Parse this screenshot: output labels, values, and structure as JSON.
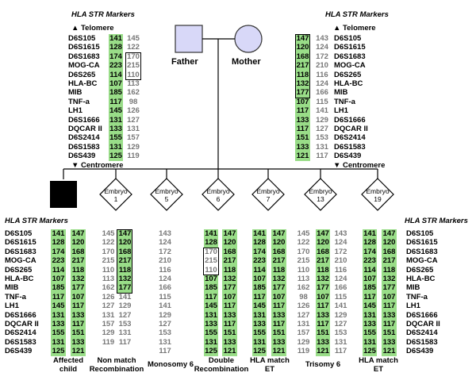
{
  "header": "HLA STR Markers",
  "telomere": "Telomere",
  "centromere": "Centromere",
  "father": "Father",
  "mother": "Mother",
  "markers": [
    "D6S105",
    "D6S1615",
    "D6S1683",
    "MOG-CA",
    "D6S265",
    "HLA-BC",
    "MIB",
    "TNF-a",
    "LH1",
    "D6S1666",
    "DQCAR II",
    "D6S2414",
    "D6S1583",
    "D6S439"
  ],
  "father_alleles": {
    "a": [
      "141",
      "128",
      "174",
      "223",
      "114",
      "107",
      "185",
      "117",
      "145",
      "131",
      "133",
      "155",
      "131",
      "125"
    ],
    "b": [
      "145",
      "122",
      "170",
      "215",
      "110",
      "113",
      "162",
      "98",
      "126",
      "127",
      "131",
      "157",
      "129",
      "119"
    ]
  },
  "mother_alleles": {
    "a": [
      "147",
      "120",
      "168",
      "217",
      "118",
      "132",
      "177",
      "107",
      "117",
      "133",
      "117",
      "151",
      "133",
      "121"
    ],
    "b": [
      "143",
      "124",
      "172",
      "210",
      "116",
      "124",
      "166",
      "115",
      "141",
      "129",
      "127",
      "153",
      "131",
      "117"
    ]
  },
  "embryo_label": "Embryo",
  "embryos": [
    {
      "num": "1"
    },
    {
      "num": "5"
    },
    {
      "num": "6"
    },
    {
      "num": "7"
    },
    {
      "num": "13"
    },
    {
      "num": "19"
    }
  ],
  "children": [
    {
      "caption": [
        "Affected",
        "child"
      ],
      "a": [
        "141",
        "128",
        "174",
        "223",
        "114",
        "107",
        "185",
        "117",
        "145",
        "131",
        "133",
        "155",
        "131",
        "125"
      ],
      "b": [
        "147",
        "120",
        "168",
        "217",
        "118",
        "132",
        "177",
        "107",
        "117",
        "133",
        "117",
        "151",
        "133",
        "121"
      ]
    },
    {
      "caption": [
        "Non match",
        "Recombination"
      ],
      "a": [
        "145",
        "122",
        "170",
        "215",
        "110",
        "113",
        "162",
        "126",
        "127",
        "131",
        "157",
        "129",
        "119"
      ],
      "b": [
        "147",
        "120",
        "168",
        "217",
        "118",
        "132",
        "177",
        "141",
        "129",
        "127",
        "153",
        "131",
        "117"
      ]
    },
    {
      "caption": [
        "Monosomy 6"
      ],
      "a": [
        "143",
        "124",
        "172",
        "210",
        "116",
        "124",
        "166",
        "115",
        "141",
        "129",
        "127",
        "153",
        "131",
        "117"
      ]
    },
    {
      "caption": [
        "Double",
        "Recombination"
      ],
      "a": [
        "141",
        "128",
        "170",
        "215",
        "110",
        "107",
        "185",
        "117",
        "145",
        "131",
        "133",
        "155",
        "131",
        "125"
      ],
      "b": [
        "147",
        "120",
        "168",
        "217",
        "118",
        "132",
        "177",
        "107",
        "117",
        "133",
        "117",
        "151",
        "133",
        "121"
      ]
    },
    {
      "caption": [
        "HLA match",
        "ET"
      ],
      "a": [
        "141",
        "128",
        "174",
        "223",
        "114",
        "107",
        "185",
        "117",
        "145",
        "131",
        "133",
        "155",
        "131",
        "125"
      ],
      "b": [
        "147",
        "120",
        "168",
        "217",
        "118",
        "132",
        "177",
        "107",
        "117",
        "133",
        "117",
        "151",
        "133",
        "121"
      ]
    },
    {
      "caption": [
        "Trisomy 6"
      ],
      "a": [
        "145",
        "122",
        "170",
        "215",
        "110",
        "113",
        "162",
        "98",
        "126",
        "127",
        "131",
        "157",
        "129",
        "119"
      ],
      "b": [
        "147",
        "120",
        "168",
        "217",
        "118",
        "132",
        "177",
        "107",
        "117",
        "133",
        "117",
        "151",
        "133",
        "121"
      ],
      "c": [
        "143",
        "124",
        "172",
        "210",
        "116",
        "124",
        "166",
        "115",
        "141",
        "129",
        "127",
        "153",
        "131",
        "117"
      ]
    },
    {
      "caption": [
        "HLA match",
        "ET"
      ],
      "a": [
        "141",
        "128",
        "174",
        "223",
        "114",
        "107",
        "185",
        "117",
        "145",
        "131",
        "133",
        "155",
        "131",
        "125"
      ],
      "b": [
        "147",
        "120",
        "168",
        "217",
        "118",
        "132",
        "177",
        "107",
        "117",
        "133",
        "117",
        "151",
        "133",
        "121"
      ]
    }
  ],
  "colors": {
    "highlight": "#99dd88",
    "other": "#777777",
    "parent_fill": "#d8d8f8"
  }
}
